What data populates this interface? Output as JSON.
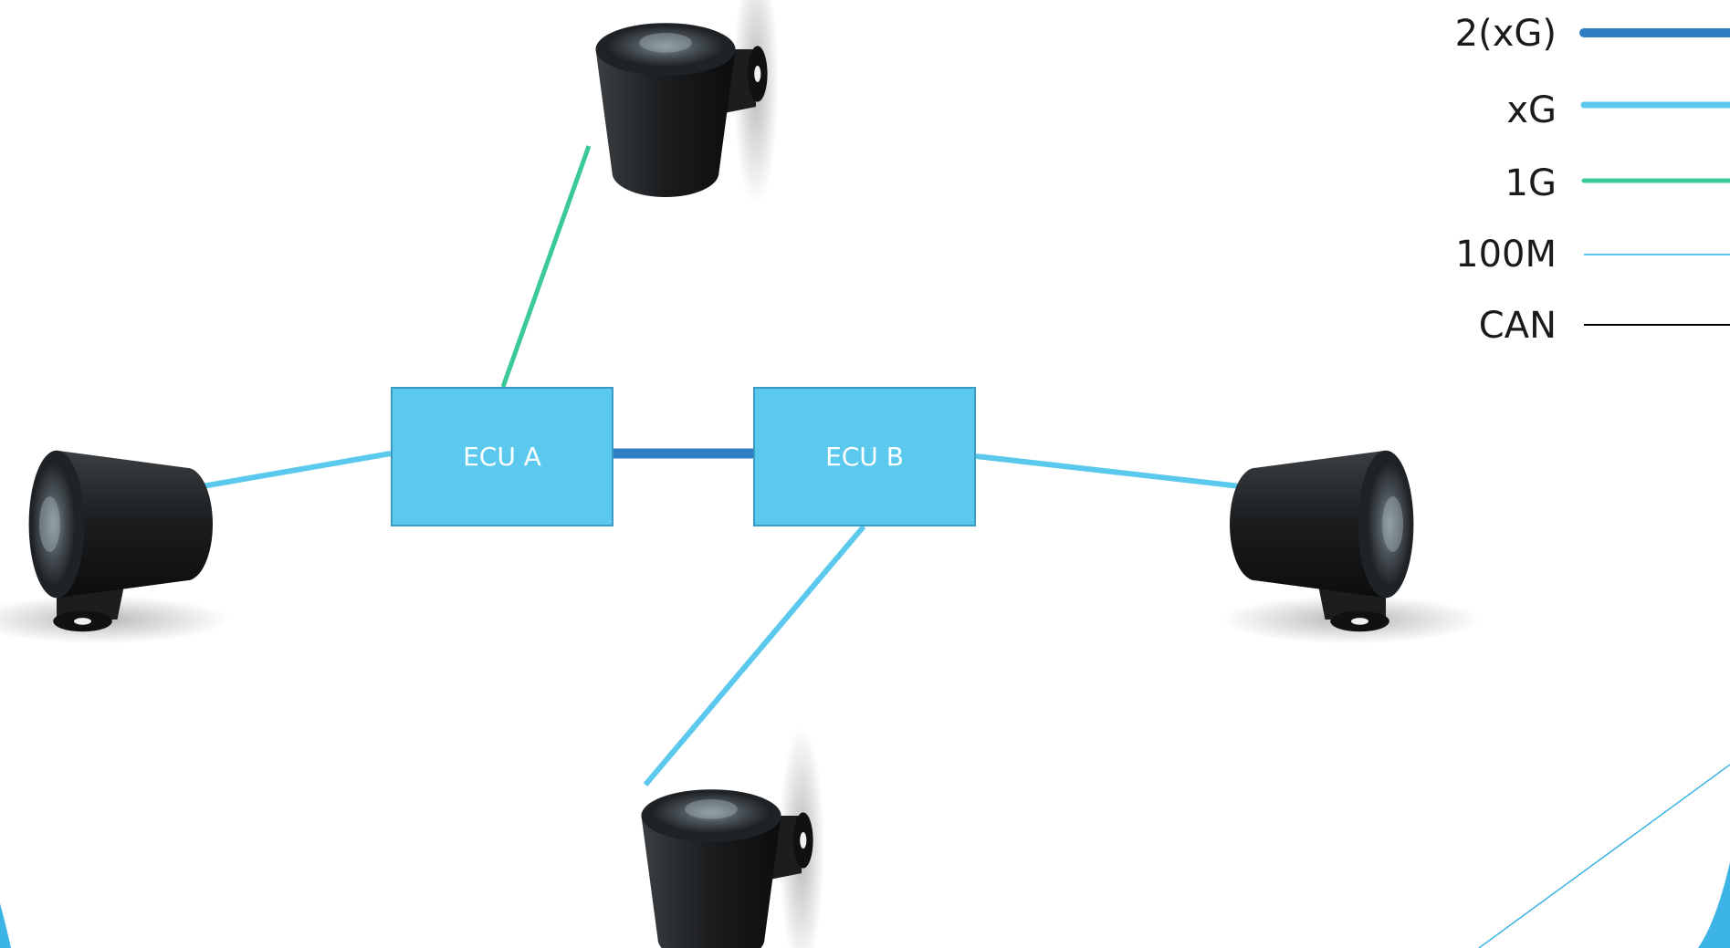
{
  "diagram": {
    "nodes": [
      {
        "id": "ecu_a",
        "label": "ECU A"
      },
      {
        "id": "ecu_b",
        "label": "ECU B"
      },
      {
        "id": "cam_top",
        "icon": "camera-icon"
      },
      {
        "id": "cam_left",
        "icon": "camera-icon"
      },
      {
        "id": "cam_right",
        "icon": "camera-icon"
      },
      {
        "id": "cam_bottom",
        "icon": "camera-icon"
      }
    ],
    "links": [
      {
        "from": "ecu_a",
        "to": "cam_top",
        "type": "1G"
      },
      {
        "from": "ecu_a",
        "to": "cam_left",
        "type": "xG"
      },
      {
        "from": "ecu_a",
        "to": "ecu_b",
        "type": "2(xG)"
      },
      {
        "from": "ecu_b",
        "to": "cam_right",
        "type": "xG"
      },
      {
        "from": "ecu_b",
        "to": "cam_bottom",
        "type": "xG"
      }
    ]
  },
  "legend": {
    "items": [
      {
        "label": "2(xG)",
        "color": "#2e7ec4"
      },
      {
        "label": "xG",
        "color": "#5bc8ed"
      },
      {
        "label": "1G",
        "color": "#3cc99a"
      },
      {
        "label": "100M",
        "color": "#5bc8ed"
      },
      {
        "label": "CAN",
        "color": "#000000"
      }
    ]
  },
  "colors": {
    "ecu_fill": "#5bc8ed",
    "ecu_border": "#3a9bc4",
    "accent_line": "#3cb4e6"
  }
}
